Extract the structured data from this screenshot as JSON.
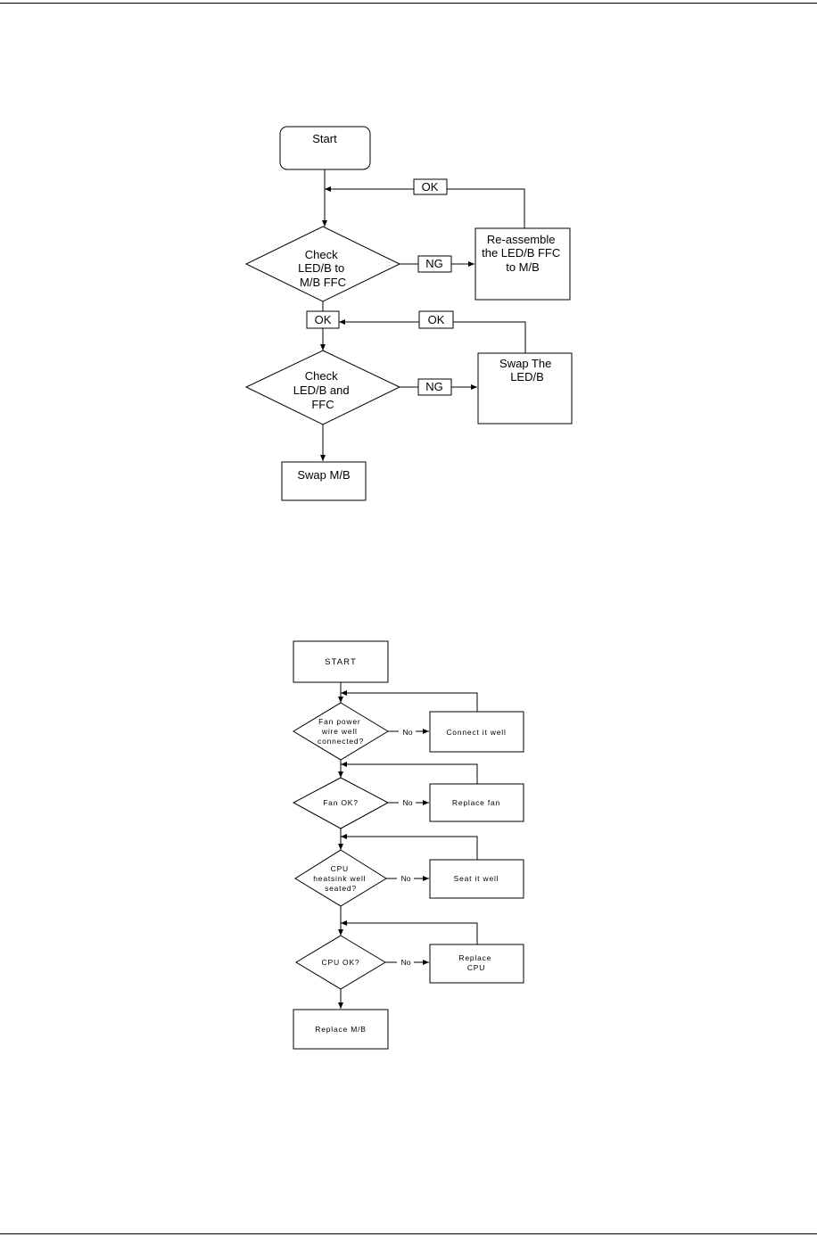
{
  "flowchart1": {
    "start": "Start",
    "decision1": [
      "Check",
      "LED/B to",
      "M/B FFC"
    ],
    "decision2": [
      "Check",
      "LED/B  and",
      "FFC"
    ],
    "ok_label": "OK",
    "ng_label": "NG",
    "reassemble": [
      "Re-assemble",
      "the LED/B FFC",
      "to M/B"
    ],
    "swap_led": [
      "Swap The",
      "LED/B"
    ],
    "swap_mb": "Swap M/B"
  },
  "flowchart2": {
    "start": "START",
    "q_fan_wire": [
      "Fan power",
      "wire well",
      "connected?"
    ],
    "q_fan_ok": "Fan OK?",
    "q_heatsink": [
      "CPU",
      "heatsink well",
      "seated?"
    ],
    "q_cpu_ok": "CPU OK?",
    "no_label": "No",
    "connect": "Connect it well",
    "replace_fan": "Replace fan",
    "seat": "Seat it well",
    "replace_cpu": [
      "Replace",
      "CPU"
    ],
    "replace_mb": "Replace M/B"
  }
}
